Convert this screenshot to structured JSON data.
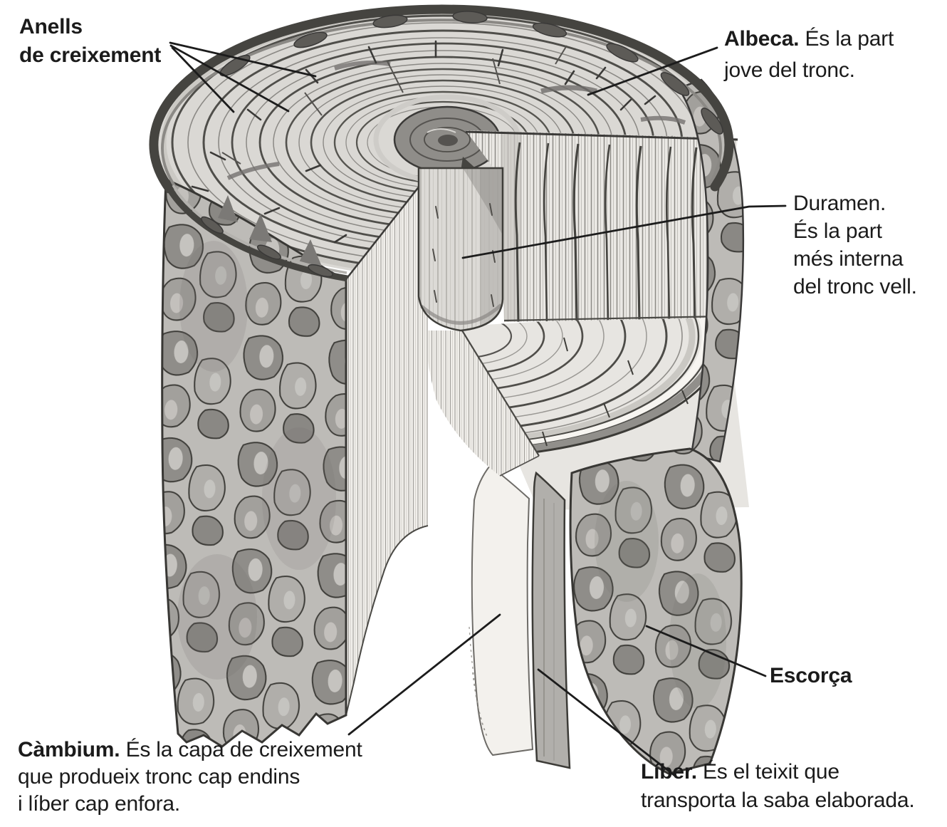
{
  "colors": {
    "ink": "#1b1b1b",
    "paper": "#ffffff",
    "wood_light": "#dad8d4",
    "bark_dark": "#454440"
  },
  "figure": {
    "subject": "tree-trunk-cutaway-cross-section"
  },
  "labels": {
    "anells": {
      "line1": "Anells",
      "line2": "de creixement"
    },
    "albeca": {
      "term": "Albeca.",
      "rest": "És la part",
      "line2": "jove del tronc."
    },
    "duramen": {
      "line1": "Duramen.",
      "line2": "És la part",
      "line3": "més interna",
      "line4": "del tronc vell."
    },
    "escorca": {
      "term": "Escorça"
    },
    "liber": {
      "term": "Líber.",
      "rest": "És el teixit que",
      "line2": "transporta la saba elaborada."
    },
    "cambium": {
      "term": "Càmbium.",
      "rest": "És la capa de creixement",
      "line2": "que produeix tronc cap endins",
      "line3": "i líber cap enfora."
    }
  }
}
